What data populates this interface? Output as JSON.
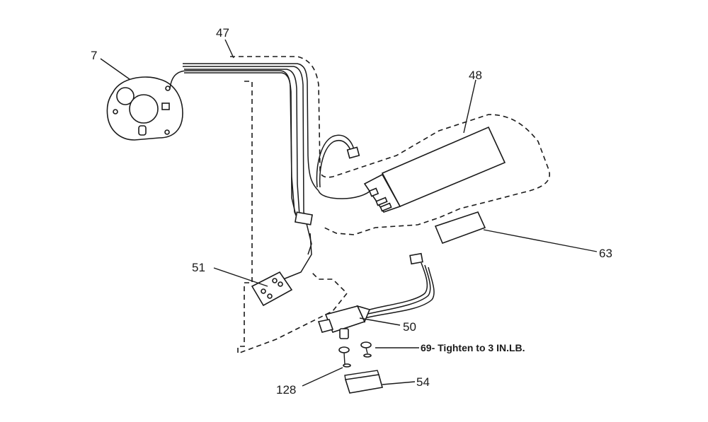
{
  "callouts": {
    "p7": "7",
    "p47": "47",
    "p48": "48",
    "p51": "51",
    "p63": "63",
    "p50": "50",
    "p69": "69- Tighten to 3 IN.LB.",
    "p128": "128",
    "p54": "54"
  }
}
